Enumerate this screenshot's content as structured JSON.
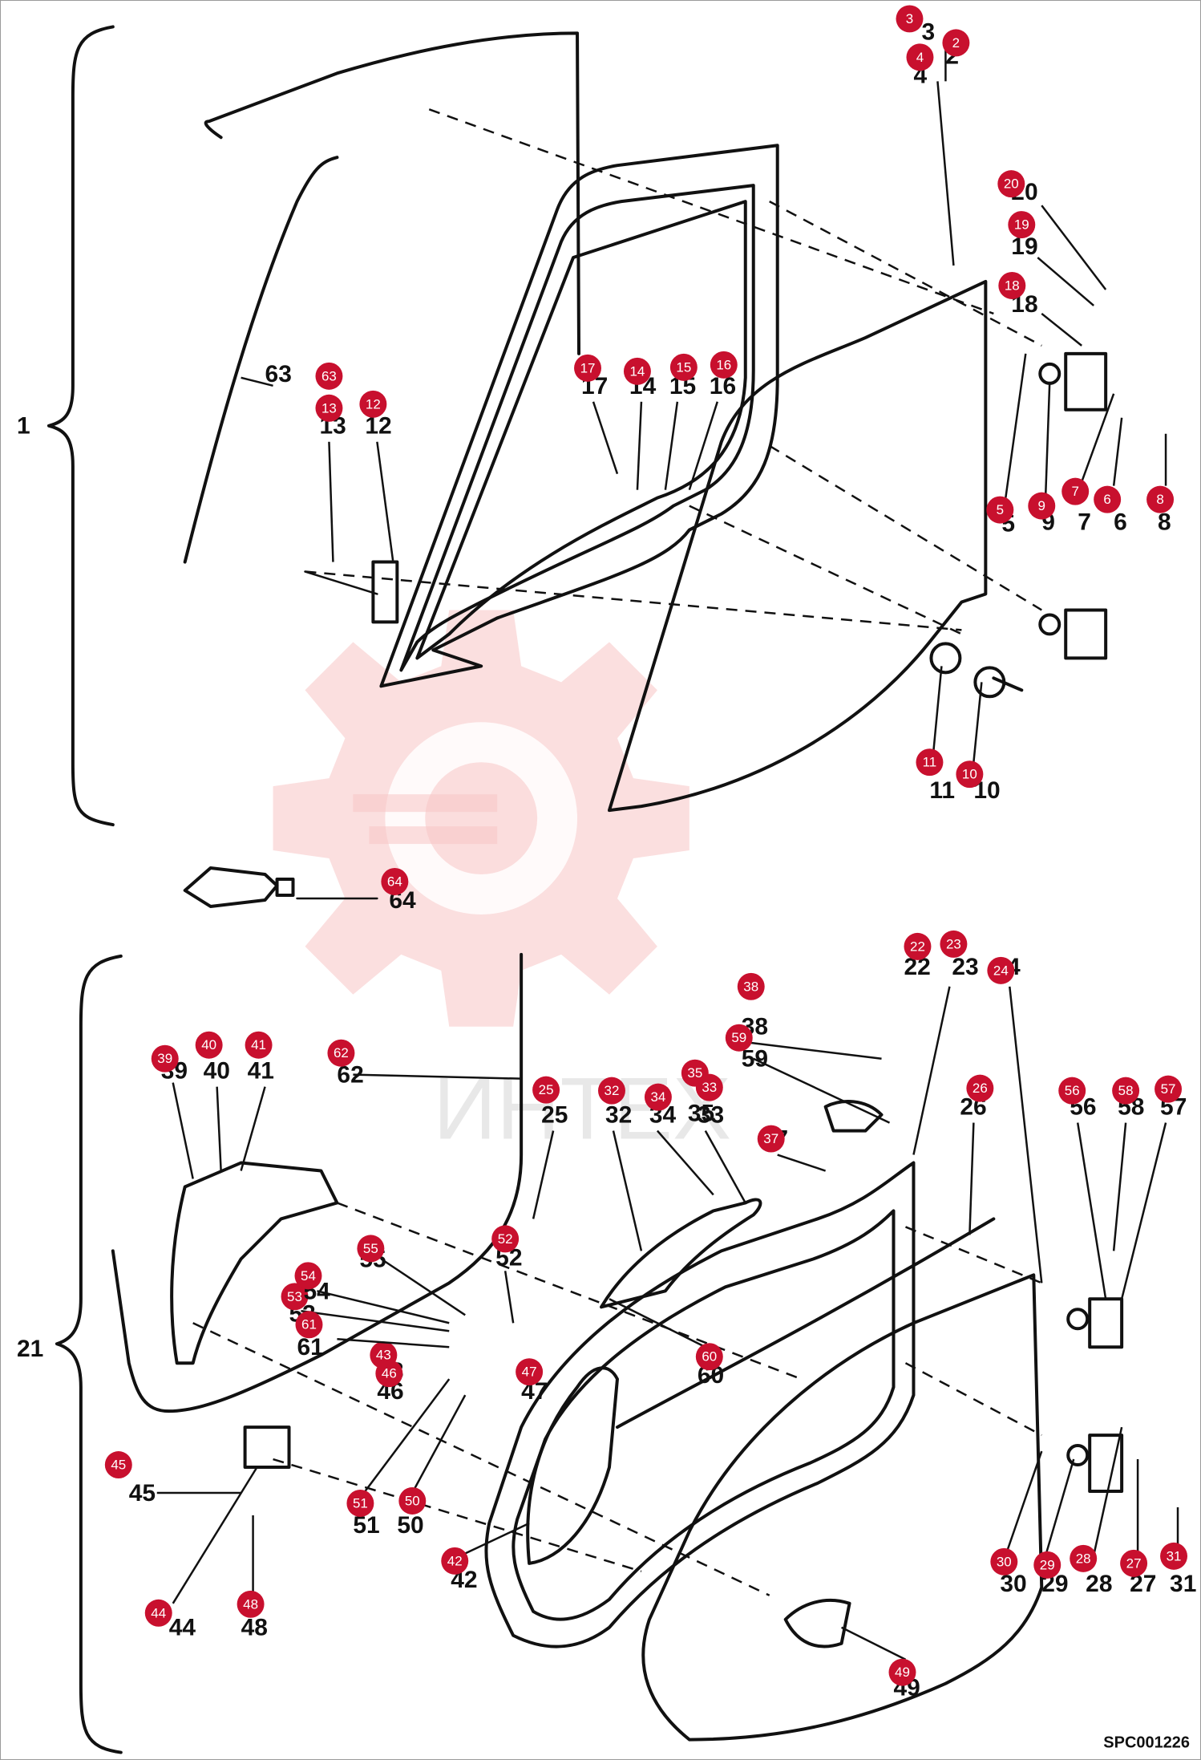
{
  "diagram": {
    "code": "SPC001226",
    "watermark_text": "ИНТЕХ",
    "groups": [
      {
        "label": "1"
      },
      {
        "label": "21"
      }
    ],
    "callouts": [
      "2",
      "3",
      "4",
      "5",
      "6",
      "7",
      "8",
      "9",
      "10",
      "11",
      "12",
      "13",
      "14",
      "15",
      "16",
      "17",
      "18",
      "19",
      "20",
      "22",
      "23",
      "24",
      "25",
      "26",
      "27",
      "28",
      "29",
      "30",
      "31",
      "32",
      "33",
      "34",
      "35",
      "37",
      "38",
      "39",
      "40",
      "41",
      "42",
      "43",
      "44",
      "45",
      "46",
      "47",
      "48",
      "49",
      "50",
      "51",
      "52",
      "53",
      "54",
      "55",
      "56",
      "57",
      "58",
      "59",
      "60",
      "61",
      "62",
      "63",
      "64"
    ]
  }
}
